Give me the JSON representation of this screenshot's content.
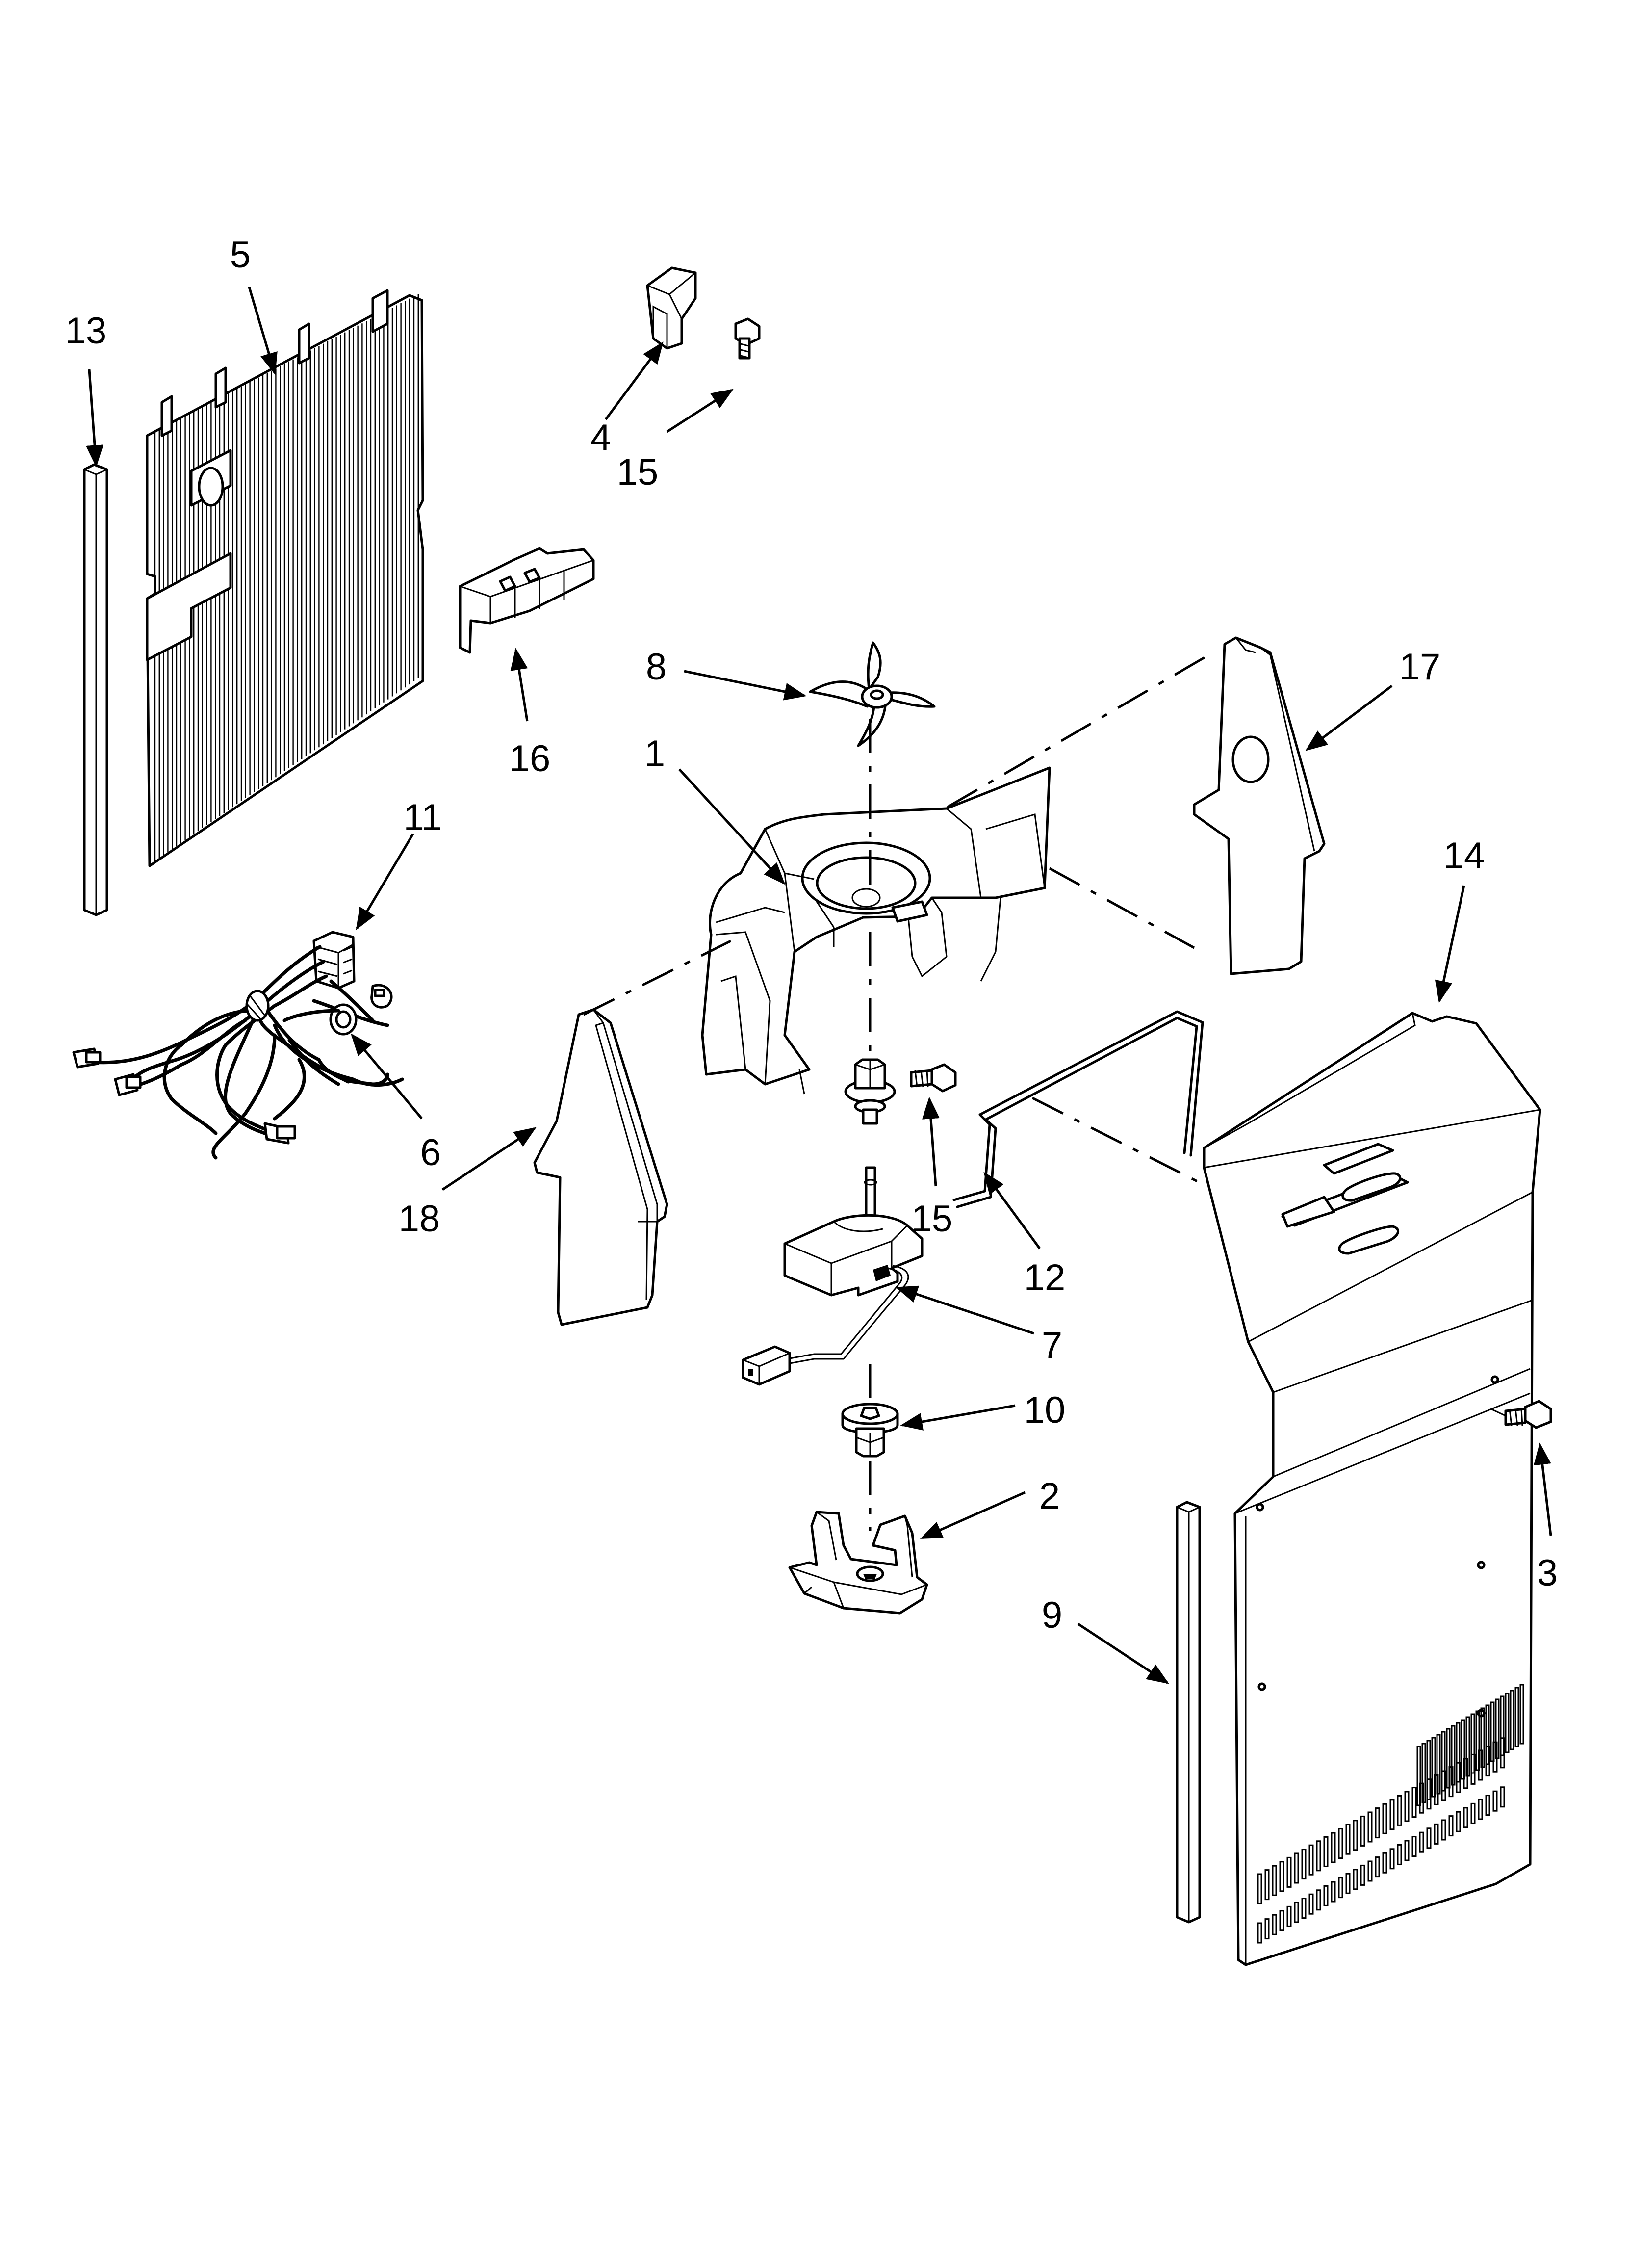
{
  "diagram": {
    "callouts": [
      {
        "id": "c13",
        "text": "13"
      },
      {
        "id": "c5",
        "text": "5"
      },
      {
        "id": "c4",
        "text": "4"
      },
      {
        "id": "c15a",
        "text": "15"
      },
      {
        "id": "c16",
        "text": "16"
      },
      {
        "id": "c8",
        "text": "8"
      },
      {
        "id": "c17",
        "text": "17"
      },
      {
        "id": "c1",
        "text": "1"
      },
      {
        "id": "c11",
        "text": "11"
      },
      {
        "id": "c14",
        "text": "14"
      },
      {
        "id": "c6",
        "text": "6"
      },
      {
        "id": "c18",
        "text": "18"
      },
      {
        "id": "c15b",
        "text": "15"
      },
      {
        "id": "c12",
        "text": "12"
      },
      {
        "id": "c7",
        "text": "7"
      },
      {
        "id": "c10",
        "text": "10"
      },
      {
        "id": "c2",
        "text": "2"
      },
      {
        "id": "c3",
        "text": "3"
      },
      {
        "id": "c9",
        "text": "9"
      }
    ]
  },
  "colors": {
    "line": "#000000",
    "background": "#ffffff"
  }
}
